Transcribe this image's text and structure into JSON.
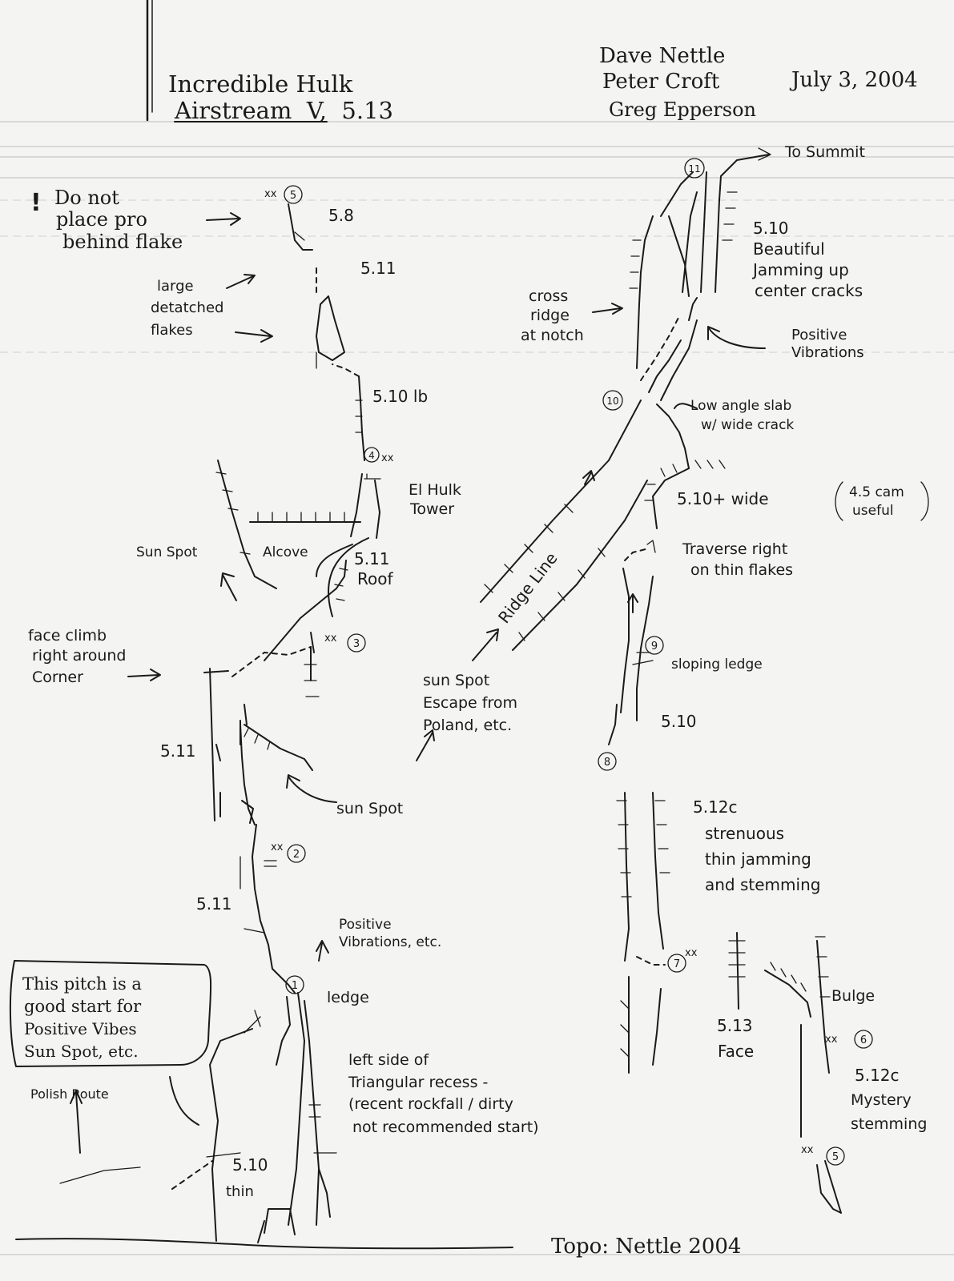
{
  "header": {
    "route_name": "Incredible Hulk",
    "route_grade": "Airstream  V,  5.13",
    "climbers": [
      "Dave Nettle",
      "Peter Croft",
      "Greg Epperson"
    ],
    "date": "July 3, 2004"
  },
  "credit": "Topo: Nettle 2004",
  "warning": {
    "mark": "!",
    "lines": [
      "Do not",
      "place pro",
      "behind flake"
    ]
  },
  "stations": [
    "1",
    "2",
    "3",
    "4",
    "5",
    "5",
    "6",
    "7",
    "8",
    "9",
    "10",
    "11"
  ],
  "grades": {
    "p1": "5.10",
    "p1_note": "thin",
    "p2": "5.11",
    "p2b": "5.11",
    "p3": "5.11",
    "p3_note": "Roof",
    "p4": "5.10 lb",
    "p5a": "5.11",
    "p5b": "5.8",
    "p6": "5.12c",
    "p6_note": [
      "Mystery",
      "stemming"
    ],
    "p7": "5.13",
    "p7_note": "Face",
    "p8": "5.12c",
    "p8_note": [
      "strenuous",
      "thin jamming",
      "and stemming"
    ],
    "p9": "5.10",
    "p10": "5.10+ wide",
    "p11": "5.10",
    "p11_note": [
      "Beautiful",
      "Jamming up",
      "center cracks"
    ]
  },
  "labels": {
    "ledge": "ledge",
    "positive_vibrations_etc": [
      "Positive",
      "Vibrations, etc."
    ],
    "good_start": [
      "This pitch is a",
      "good start for",
      "Positive Vibes",
      "Sun Spot, etc."
    ],
    "polish_route": "Polish Route",
    "left_side": [
      "left side of",
      "Triangular recess -",
      "(recent rockfall / dirty",
      "not recommended start)"
    ],
    "sun_spot_1": "sun Spot",
    "sun_spot_2": "Sun Spot",
    "face_climb": [
      "face climb",
      "right around",
      "Corner"
    ],
    "alcove": "Alcove",
    "el_hulk": [
      "El Hulk",
      "Tower"
    ],
    "large_flakes": [
      "large",
      "detatched",
      "flakes"
    ],
    "sun_spot_escape": [
      "sun Spot",
      "Escape from",
      "Poland, etc."
    ],
    "ridge_line": "Ridge Line",
    "sloping_ledge": "sloping ledge",
    "traverse": [
      "Traverse right",
      "on thin flakes"
    ],
    "cam": [
      "4.5 cam",
      "useful"
    ],
    "low_angle": [
      "Low angle slab",
      "w/ wide crack"
    ],
    "cross_ridge": [
      "cross",
      "ridge",
      "at notch"
    ],
    "positive_vibrations": [
      "Positive",
      "Vibrations"
    ],
    "to_summit": "To Summit",
    "bulge": "Bulge",
    "bolts": "xx"
  }
}
